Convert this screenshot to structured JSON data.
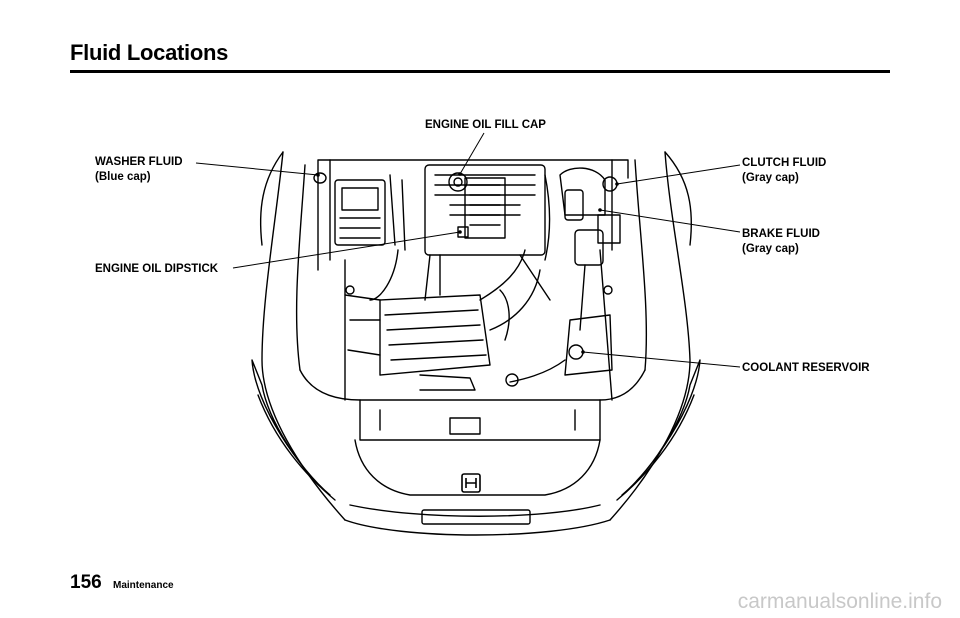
{
  "page": {
    "title": "Fluid Locations",
    "page_number": "156",
    "section": "Maintenance",
    "watermark": "carmanualsonline.info"
  },
  "callouts": {
    "engine_oil_fill_cap": "ENGINE OIL FILL CAP",
    "washer_fluid": [
      "WASHER FLUID",
      "(Blue cap)"
    ],
    "engine_oil_dipstick": "ENGINE OIL DIPSTICK",
    "clutch_fluid": [
      "CLUTCH FLUID",
      "(Gray cap)"
    ],
    "brake_fluid": [
      "BRAKE FLUID",
      "(Gray cap)"
    ],
    "coolant_reservoir": "COOLANT RESERVOIR"
  },
  "diagram": {
    "subject": "engine-bay-line-drawing",
    "line_color": "#000000",
    "logo": "H"
  }
}
